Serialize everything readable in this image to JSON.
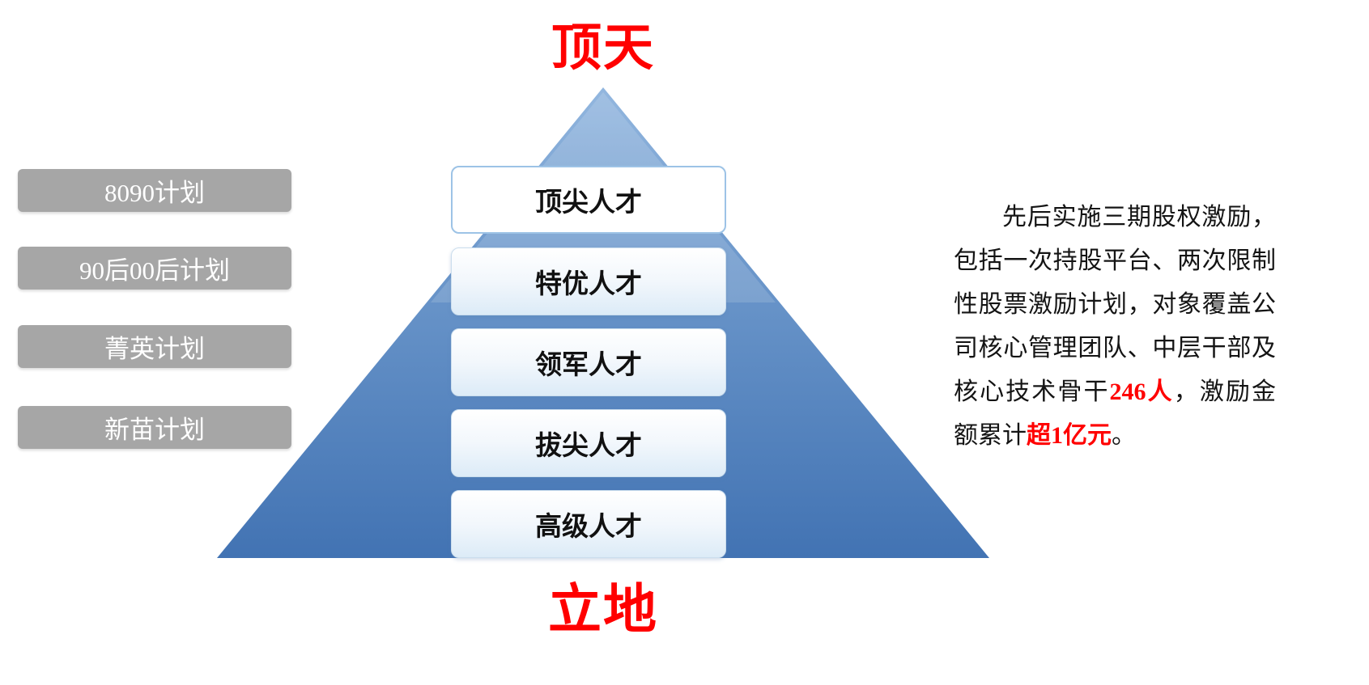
{
  "titles": {
    "top": "顶天",
    "bottom": "立地"
  },
  "pyramid": {
    "levels": [
      {
        "label": "顶尖人才"
      },
      {
        "label": "特优人才"
      },
      {
        "label": "领军人才"
      },
      {
        "label": "拔尖人才"
      },
      {
        "label": "高级人才"
      }
    ]
  },
  "left_plans": {
    "items": [
      {
        "label": "8090计划"
      },
      {
        "label": "90后00后计划"
      },
      {
        "label": "菁英计划"
      },
      {
        "label": "新苗计划"
      }
    ]
  },
  "right_text": {
    "segments": [
      {
        "text": "先后实施三期股权激励，包括一次持股平台、两次限制性股票激励计划，对象覆盖公司核心管理团队、中层干部及核心技术骨干",
        "style": "normal"
      },
      {
        "text": "246人",
        "style": "red-bold"
      },
      {
        "text": "，激励金额累计",
        "style": "normal"
      },
      {
        "text": "超1亿元",
        "style": "red-bold"
      },
      {
        "text": "。",
        "style": "normal"
      }
    ]
  },
  "colors": {
    "title_red": "#ff0000",
    "highlight_red": "#ff0000",
    "plan_gray": "#a6a6a6",
    "pyramid_blue_light": "#93b7df",
    "pyramid_blue_mid": "#6e99cc",
    "pyramid_blue_dark": "#4273b3"
  }
}
